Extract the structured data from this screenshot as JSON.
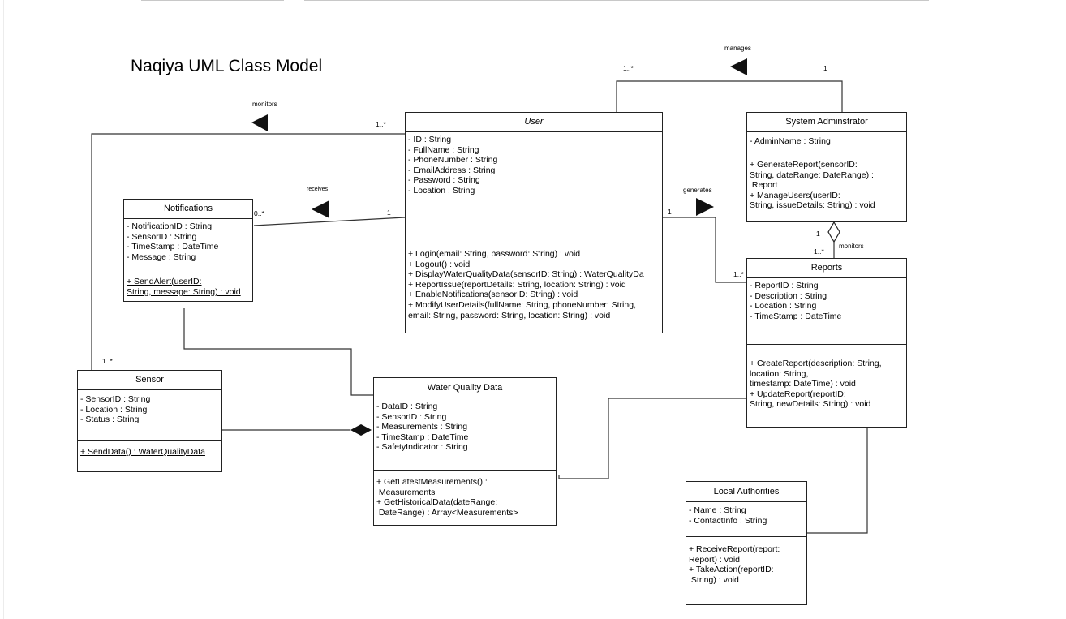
{
  "title": "Naqiya UML Class Model",
  "classes": {
    "user": {
      "name": "User",
      "attributes": [
        "- ID : String",
        "- FullName : String",
        "- PhoneNumber : String",
        "- EmailAddress : String",
        "- Password : String",
        "- Location : String"
      ],
      "operations": [
        "+ Login(email: String, password: String) : void",
        "+ Logout() : void",
        "+ DisplayWaterQualityData(sensorID: String) : WaterQualityDa",
        "+ ReportIssue(reportDetails: String, location: String) : void",
        "+ EnableNotifications(sensorID: String) : void",
        "+ ModifyUserDetails(fullName: String, phoneNumber: String,",
        "email: String, password: String, location: String) : void"
      ]
    },
    "admin": {
      "name": "System Adminstrator",
      "attributes": [
        "- AdminName : String"
      ],
      "operations": [
        "+ GenerateReport(sensorID:",
        "String, dateRange: DateRange) :",
        " Report",
        "+ ManageUsers(userID:",
        "String, issueDetails: String) : void"
      ]
    },
    "notifications": {
      "name": "Notifications",
      "attributes": [
        "- NotificationID : String",
        "- SensorID : String",
        "- TimeStamp : DateTime",
        "- Message : String"
      ],
      "operations": [
        "+ SendAlert(userID:",
        "String, message: String) : void"
      ]
    },
    "reports": {
      "name": "Reports",
      "attributes": [
        "- ReportID : String",
        "- Description : String",
        "- Location : String",
        "- TimeStamp : DateTime"
      ],
      "operations": [
        "+ CreateReport(description: String,",
        "location: String,",
        "timestamp: DateTime) : void",
        "+ UpdateReport(reportID:",
        "String, newDetails: String) : void"
      ]
    },
    "sensor": {
      "name": "Sensor",
      "attributes": [
        "- SensorID : String",
        "- Location : String",
        "- Status : String"
      ],
      "operations": [
        "+ SendData() : WaterQualityData"
      ]
    },
    "wqd": {
      "name": "Water Quality Data",
      "attributes": [
        "- DataID : String",
        "- SensorID : String",
        "- Measurements : String",
        "- TimeStamp : DateTime",
        "- SafetyIndicator : String"
      ],
      "operations": [
        "+ GetLatestMeasurements() :",
        " Measurements",
        "+ GetHistoricalData(dateRange:",
        " DateRange) : Array<Measurements>"
      ]
    },
    "authorities": {
      "name": "Local Authorities",
      "attributes": [
        "- Name : String",
        "- ContactInfo : String"
      ],
      "operations": [
        "+ ReceiveReport(report:",
        "Report) : void",
        "+ TakeAction(reportID:",
        " String) : void"
      ]
    }
  },
  "associations": {
    "manages": {
      "label": "manages",
      "mult_user": "1..*",
      "mult_admin": "1"
    },
    "monitors_sensor": {
      "label": "monitors",
      "mult_user": "1..*",
      "mult_sensor": "1..*"
    },
    "receives": {
      "label": "receives",
      "mult_notifications": "0..*",
      "mult_user": "1"
    },
    "generates": {
      "label": "generates",
      "mult_user": "1",
      "mult_reports": "1..*"
    },
    "monitors_reports": {
      "label": "monitors",
      "mult_admin": "1",
      "mult_reports": "1..*"
    }
  }
}
